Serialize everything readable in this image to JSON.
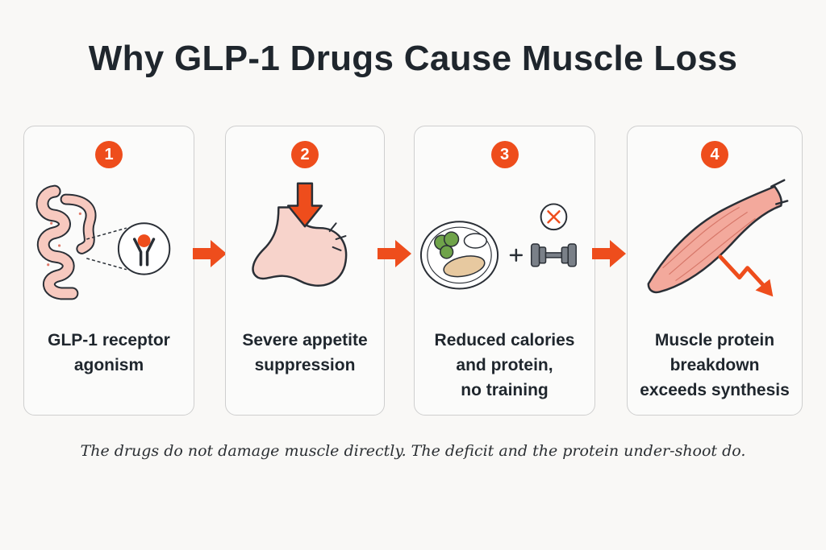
{
  "title": "Why GLP-1 Drugs Cause Muscle Loss",
  "accent_color": "#ee4d1c",
  "steps": [
    {
      "number": "1",
      "icon": "intestine-receptor-icon",
      "label_lines": [
        "GLP-1 receptor",
        "agonism"
      ]
    },
    {
      "number": "2",
      "icon": "stomach-down-arrow-icon",
      "label_lines": [
        "Severe appetite",
        "suppression"
      ]
    },
    {
      "number": "3",
      "icon": "plate-dumbbell-crossed-icon",
      "label_lines": [
        "Reduced calories",
        "and protein,",
        "no training"
      ]
    },
    {
      "number": "4",
      "icon": "muscle-decline-icon",
      "label_lines": [
        "Muscle protein",
        "breakdown",
        "exceeds synthesis"
      ]
    }
  ],
  "footer": "The drugs do not damage muscle directly. The deficit and the protein under-shoot do."
}
